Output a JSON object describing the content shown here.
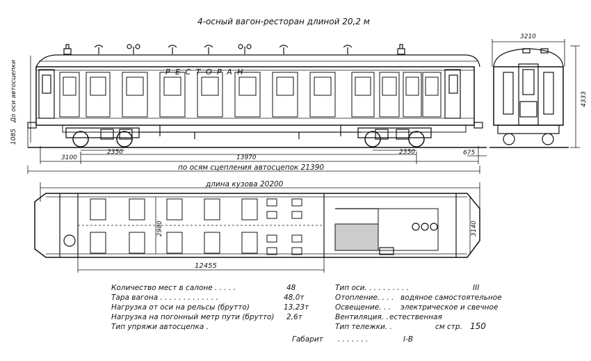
{
  "title": "4-осный вагон-ресторан длиной 20,2 м",
  "car_label": "Р Е С Т О Р А Н",
  "dims": {
    "end_width": "3210",
    "end_height": "4333",
    "buffer_height": "1085",
    "axle_height_label": "До оси автосцепки",
    "d3100": "3100",
    "bogie_base_left": "2350",
    "bogie_centers": "13970",
    "bogie_base_right": "2350",
    "d675": "675",
    "coupling_axes": "по осям сцепления автосцепок 21390",
    "body_length": "длина кузова 20200",
    "inner_width": "2980",
    "outer_width": "3140",
    "saloon_length": "12455"
  },
  "specs_left": [
    {
      "label": "Количество мест в салоне . . . . .",
      "value": "48"
    },
    {
      "label": "Тара вагона . . . . . . . . . . . . .",
      "value": "48,0т"
    },
    {
      "label": "Нагрузка от оси на рельсы (брутто)",
      "value": "13,23т"
    },
    {
      "label": "Нагрузка на погонный метр пути (брутто)",
      "value": "2,6т"
    },
    {
      "label": "Тип упряжи автосцепка .",
      "value": ""
    }
  ],
  "specs_right": [
    {
      "label": "Тип оси. . . . . . . . . .",
      "value": "III"
    },
    {
      "label": "Отопление. . . .",
      "value": "водяное самостоятельное"
    },
    {
      "label": "Освещение. . .",
      "value": "электрическое и свечное"
    },
    {
      "label": "Вентиляция. .",
      "value": "естественная"
    },
    {
      "label": "Тип тележки. .",
      "value": "см стр."
    }
  ],
  "bogie_page": "150",
  "gabarit_label": "Габарит",
  "gabarit_dots": ". . . . . . .",
  "gabarit_value": "I-В"
}
